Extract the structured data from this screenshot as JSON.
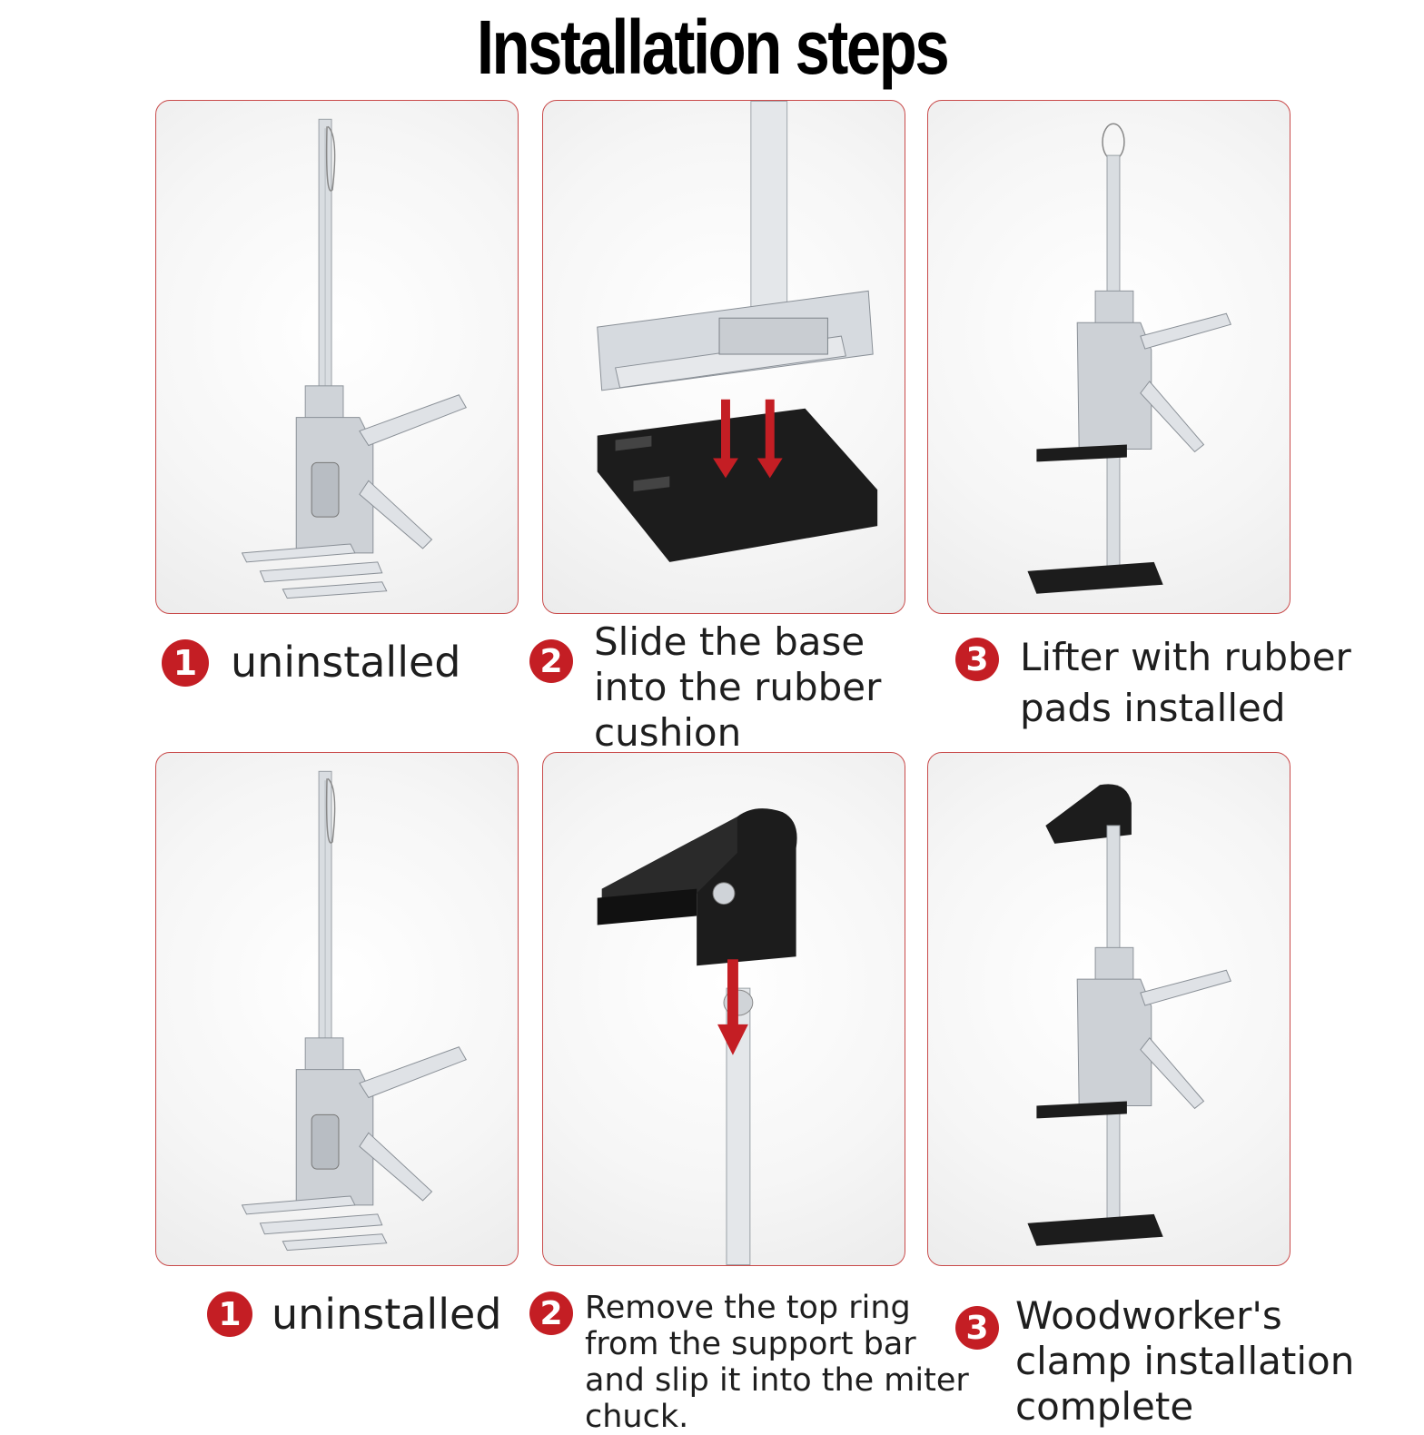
{
  "title": "Installation steps",
  "colors": {
    "accent": "#c41e24",
    "frame": "#c94b4b",
    "metal": "#d4d8dc",
    "rubber": "#1c1c1c"
  },
  "rows": [
    {
      "steps": [
        {
          "number": "1",
          "text": "uninstalled",
          "image": "lifter-uninstalled"
        },
        {
          "number": "2",
          "text": "Slide the base\ninto the rubber\ncushion",
          "image": "base-into-rubber-cushion"
        },
        {
          "number": "3",
          "text": "Lifter with rubber\npads installed",
          "image": "lifter-with-rubber-pads"
        }
      ]
    },
    {
      "steps": [
        {
          "number": "1",
          "text": "uninstalled",
          "image": "lifter-uninstalled"
        },
        {
          "number": "2",
          "text": "Remove the top ring\nfrom the support bar\nand slip it into the miter\nchuck.",
          "image": "miter-chuck-onto-bar"
        },
        {
          "number": "3",
          "text": "Woodworker's\nclamp installation\ncomplete",
          "image": "lifter-with-miter-chuck"
        }
      ]
    }
  ]
}
